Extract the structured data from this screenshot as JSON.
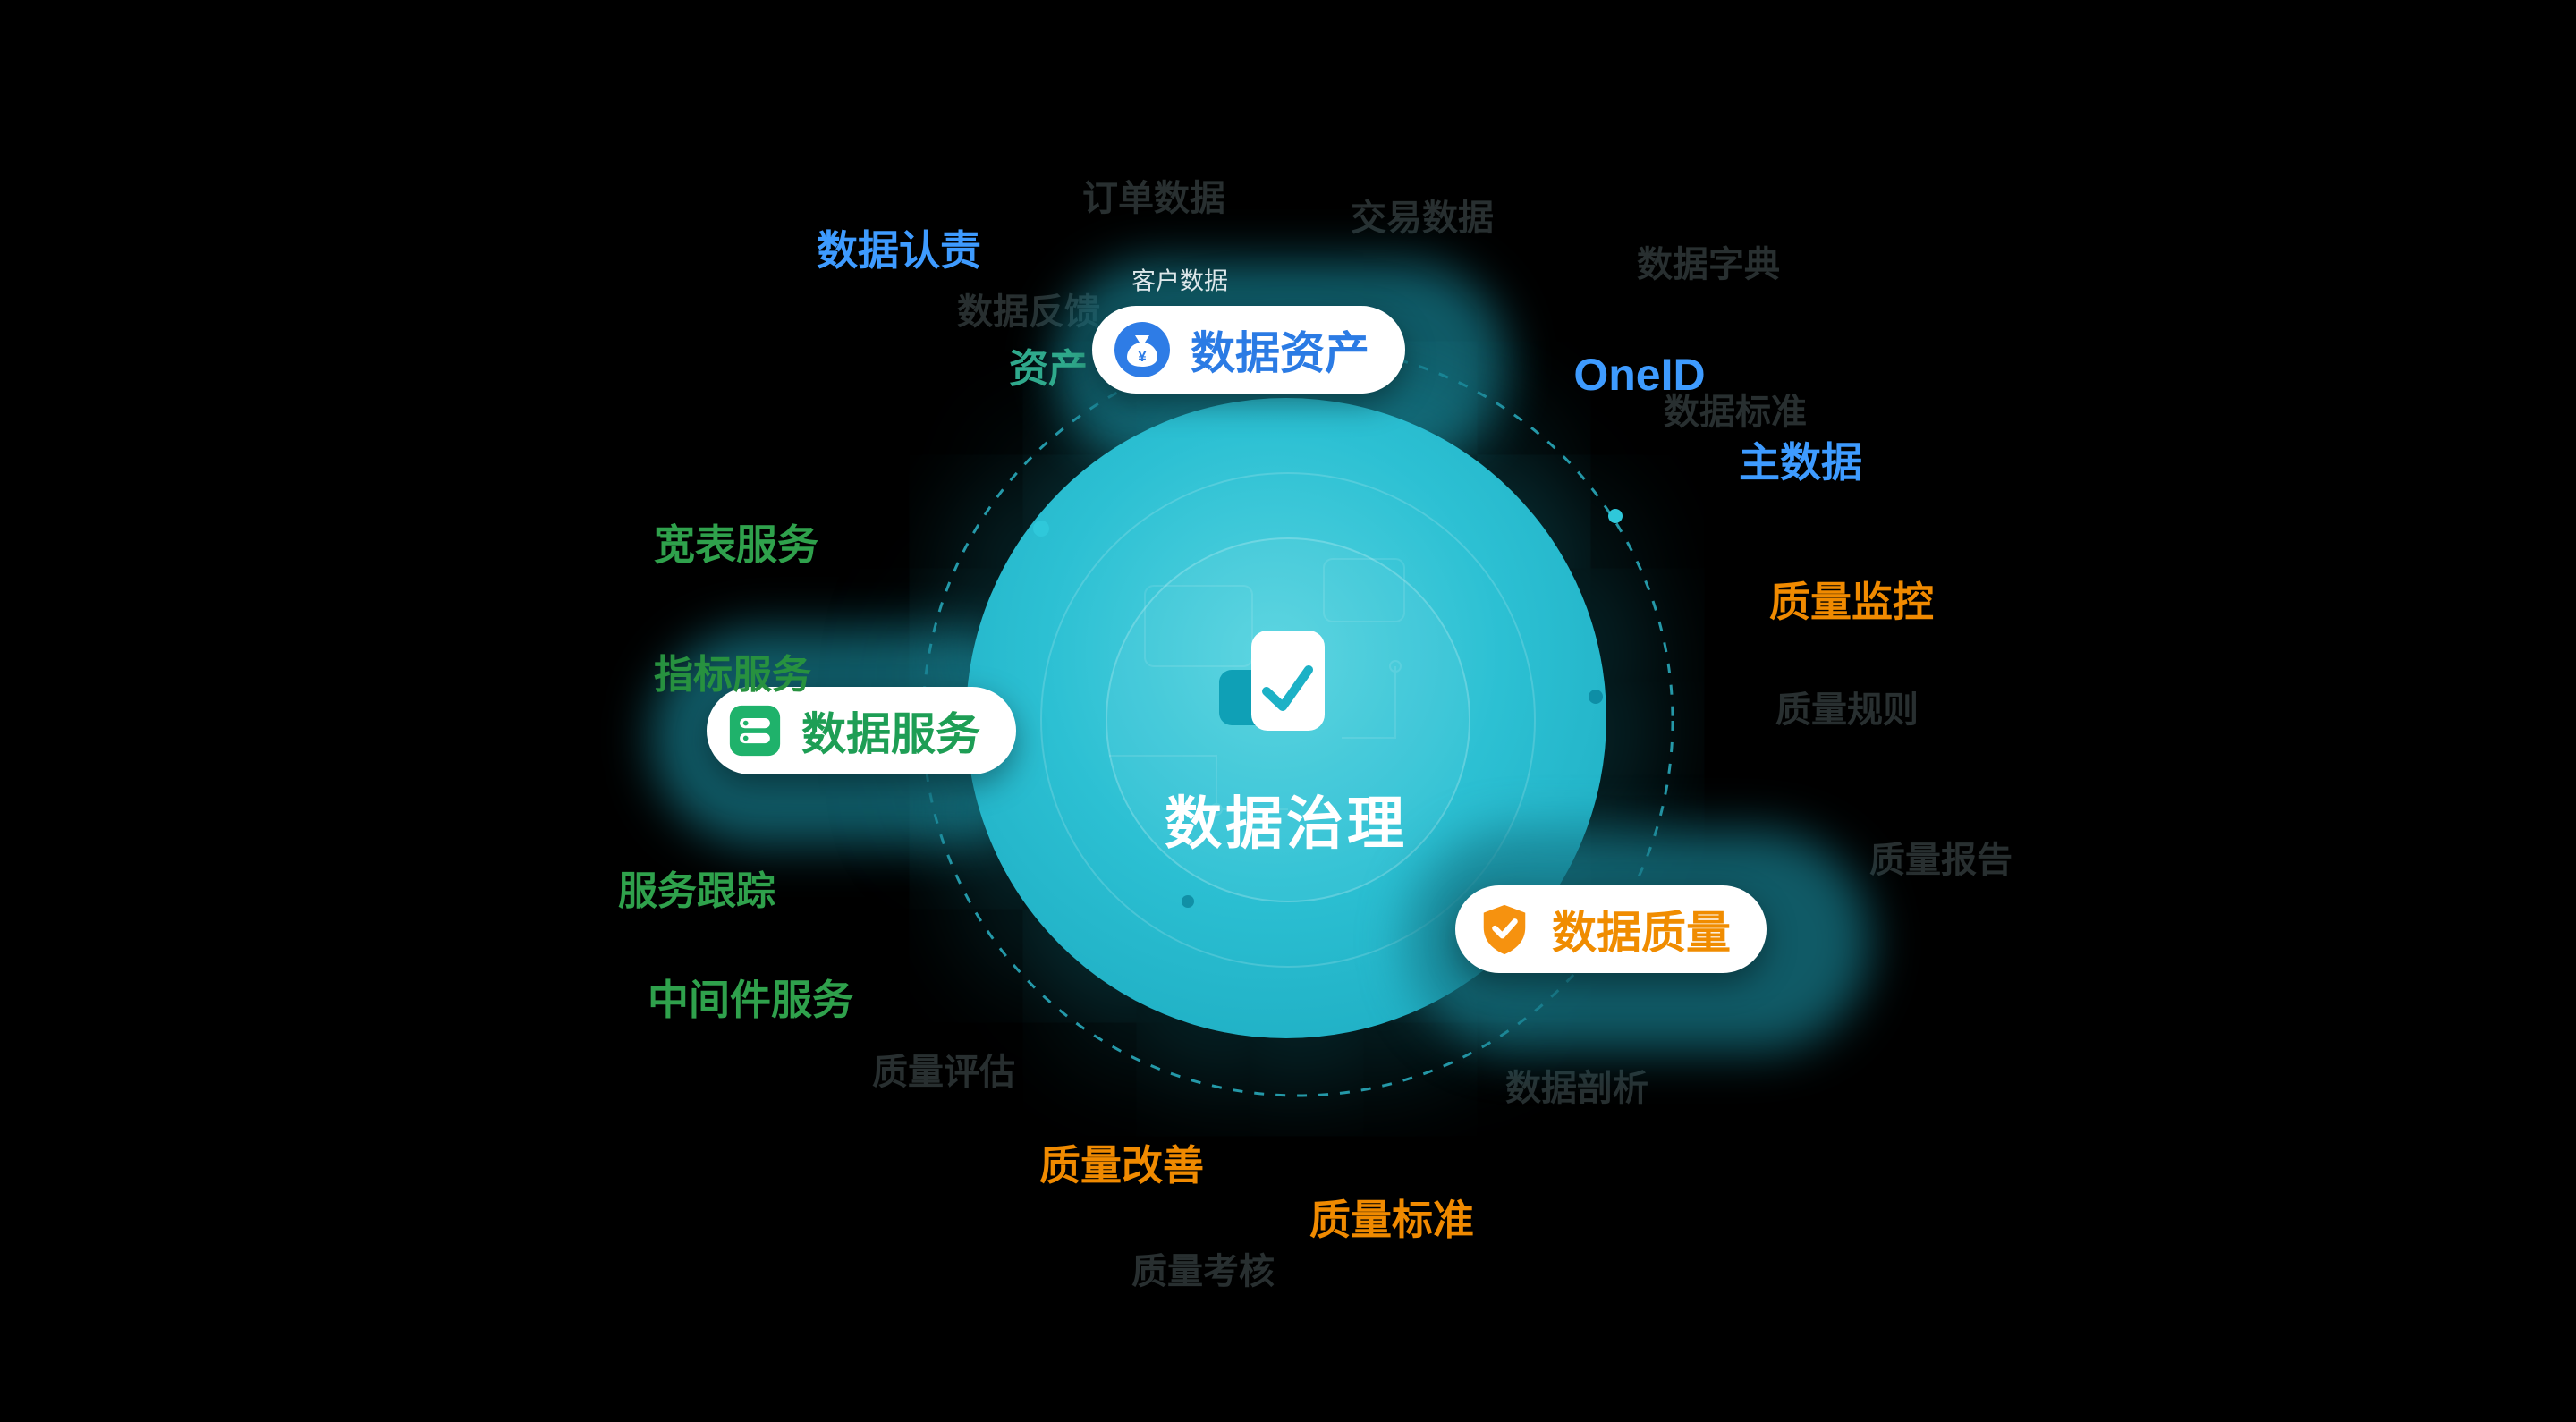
{
  "canvas": {
    "background": "#000000"
  },
  "hub": {
    "title": "数据治理",
    "icon": "document-chart-icon",
    "fill_color": "#2cc0d3"
  },
  "nodes": [
    {
      "id": "data-assets",
      "label": "数据资产",
      "color": "#2b7be4",
      "icon": "money-bag-icon"
    },
    {
      "id": "data-services",
      "label": "数据服务",
      "color": "#1e9e55",
      "icon": "database-icon"
    },
    {
      "id": "data-quality",
      "label": "数据质量",
      "color": "#f08c00",
      "icon": "shield-check-icon"
    }
  ],
  "labels": [
    {
      "text": "数据认责",
      "group": "assets",
      "color": "#3e9bff"
    },
    {
      "text": "客户数据",
      "group": "assets",
      "color": "#dde7ea"
    },
    {
      "text": "资产",
      "group": "assets",
      "color": "#2fa98c"
    },
    {
      "text": "OneID",
      "group": "assets",
      "color": "#3e9bff"
    },
    {
      "text": "主数据",
      "group": "assets",
      "color": "#3e9bff"
    },
    {
      "text": "宽表服务",
      "group": "services",
      "color": "#2fa14c"
    },
    {
      "text": "指标服务",
      "group": "services",
      "color": "#27913f"
    },
    {
      "text": "服务跟踪",
      "group": "services",
      "color": "#2fa14c"
    },
    {
      "text": "中间件服务",
      "group": "services",
      "color": "#2fa14c"
    },
    {
      "text": "质量监控",
      "group": "quality",
      "color": "#f08a00"
    },
    {
      "text": "质量改善",
      "group": "quality",
      "color": "#f08a00"
    },
    {
      "text": "质量标准",
      "group": "quality",
      "color": "#f08a00"
    }
  ],
  "faint_labels": [
    {
      "text": "订单数据"
    },
    {
      "text": "交易数据"
    },
    {
      "text": "数据字典"
    },
    {
      "text": "数据反馈"
    },
    {
      "text": "数据标准"
    },
    {
      "text": "质量规则"
    },
    {
      "text": "质量报告"
    },
    {
      "text": "数据剖析"
    },
    {
      "text": "质量评估"
    },
    {
      "text": "质量考核"
    }
  ],
  "colors": {
    "background": "#000000",
    "hub_teal": "#2cc0d3",
    "orbit_dash": "#2aa7b8",
    "blue": "#3e9bff",
    "green": "#2fa14c",
    "orange": "#f08a00",
    "glow_blob": "rgba(22,120,136,0.75)"
  }
}
